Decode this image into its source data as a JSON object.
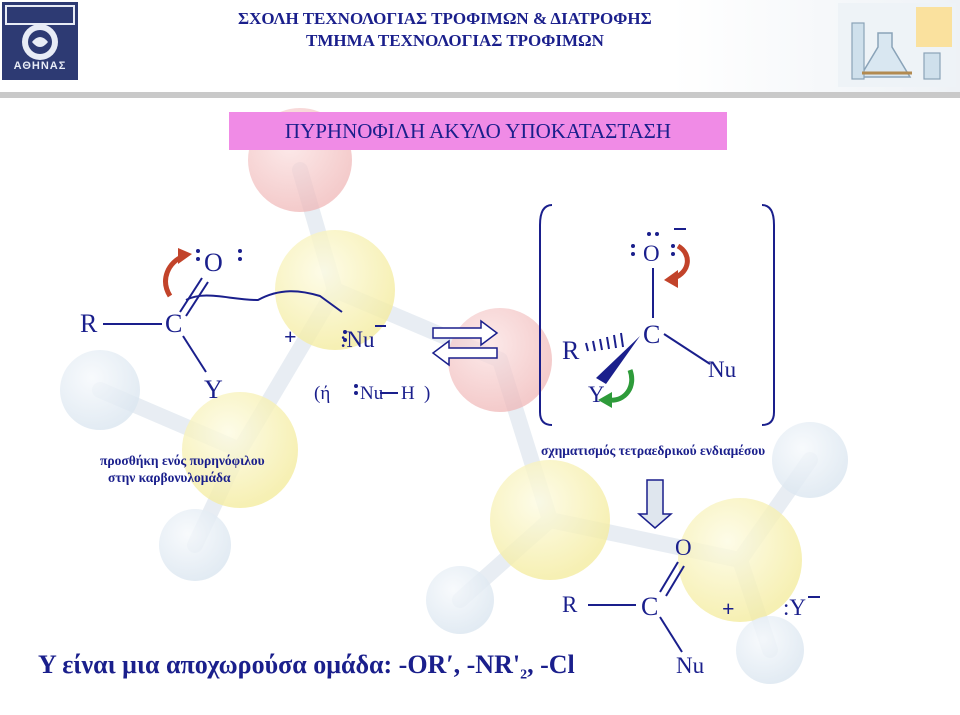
{
  "header": {
    "line1": "ΣΧΟΛΗ ΤΕΧΝΟΛΟΓΙΑΣ ΤΡΟΦΙΜΩΝ & ΔΙΑΤΡΟΦΗΣ",
    "line2": "ΤΜΗΜΑ ΤΕΧΝΟΛΟΓΙΑΣ ΤΡΟΦΙΜΩΝ",
    "logo_text": "ΑΘΗΝΑΣ"
  },
  "title": "ΠΥΡΗΝΟΦΙΛΗ ΑΚΥΛΟ ΥΠΟΚΑΤΑΣΤΑΣΗ",
  "reactant": {
    "r": "R",
    "c": "C",
    "o": "O",
    "y": "Y",
    "plus": "+",
    "nu": ":Nu",
    "alt_open": "(ή",
    "alt_nu": "Nu",
    "alt_h": "H",
    "alt_close": ")",
    "caption_line1": "προσθήκη ενός πυρηνόφιλου",
    "caption_line2": "στην καρβονυλομάδα"
  },
  "intermediate": {
    "o": "O",
    "c": "C",
    "r": "R",
    "y": "Y",
    "nu": "Nu",
    "caption": "σχηματισμός τετραεδρικού ενδιαμέσου"
  },
  "product": {
    "o": "O",
    "c": "C",
    "r": "R",
    "nu": "Nu",
    "plus": "+",
    "leaving": ":Y"
  },
  "note": {
    "text": "Y είναι μια αποχωρούσα ομάδα:  -OR′, -NR'",
    "sub": "2",
    "tail": ", -Cl"
  },
  "colors": {
    "text": "#1a1f8c",
    "title_bg": "#f08be6",
    "arrow_red": "#c2432a",
    "arrow_green": "#2e9b3a"
  }
}
